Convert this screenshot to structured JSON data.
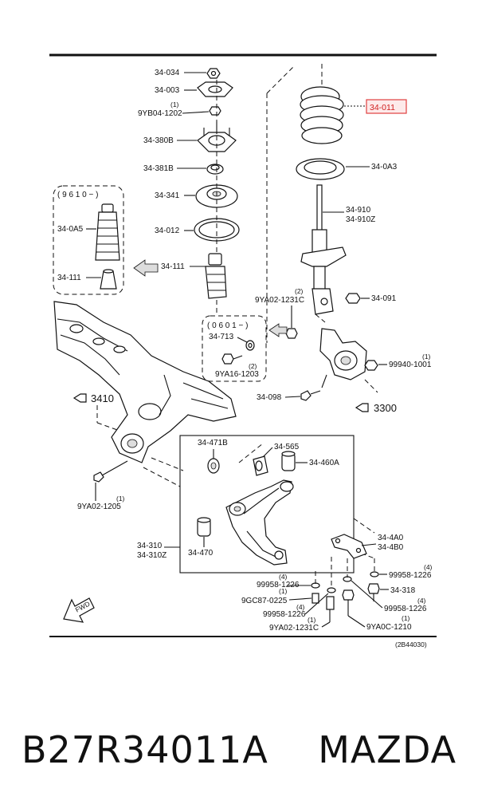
{
  "diagram": {
    "ref_code": "(2B44030)",
    "labels": {
      "p34034": "34-034",
      "p34003": "34-003",
      "p9yb04_qty": "(1)",
      "p9yb04": "9YB04-1202",
      "p34380b": "34-380B",
      "p34381b": "34-381B",
      "p34341": "34-341",
      "p34012": "34-012",
      "p34111": "34-111",
      "p34011": "34-011",
      "p340a3": "34-0A3",
      "p34910": "34-910",
      "p34910z": "34-910Z",
      "p9ya02_1231_qty": "(2)",
      "p9ya02_1231": "9YA02-1231C",
      "p34091": "34-091",
      "range_9610": "( 9 6 1 0 − )",
      "p340a5": "34-0A5",
      "p34111_left": "34-111",
      "range_0601": "( 0 6 0 1 − )",
      "p34713": "34-713",
      "p9ya16_qty": "(2)",
      "p9ya16": "9YA16-1203",
      "p99940_qty": "(1)",
      "p99940": "99940-1001",
      "p34098": "34-098",
      "ref3410": "3410",
      "ref3300": "3300",
      "p34471b": "34-471B",
      "p34565": "34-565",
      "p34460a": "34-460A",
      "p9ya02_1205_qty": "(1)",
      "p9ya02_1205": "9YA02-1205",
      "p34310": "34-310",
      "p34310z": "34-310Z",
      "p34470": "34-470",
      "p344a0": "34-4A0",
      "p344b0": "34-4B0",
      "p99958_a_qty": "(4)",
      "p99958_a": "99958-1226",
      "p34318": "34-318",
      "p99958_b_qty": "(4)",
      "p99958_b": "99958-1226",
      "p99958_c_qty": "(4)",
      "p99958_c": "99958-1226",
      "p9gc87_qty": "(1)",
      "p9gc87": "9GC87-0225",
      "p99958_d_qty": "(4)",
      "p99958_d": "99958-1226",
      "p9ya0c_qty": "(1)",
      "p9ya0c": "9YA0C-1210",
      "p9ya02_1231_b_qty": "(1)",
      "p9ya02_1231_b": "9YA02-1231C",
      "fwd": "FWD"
    }
  },
  "caption": {
    "part_number": "B27R34011A",
    "brand": "MAZDA"
  }
}
